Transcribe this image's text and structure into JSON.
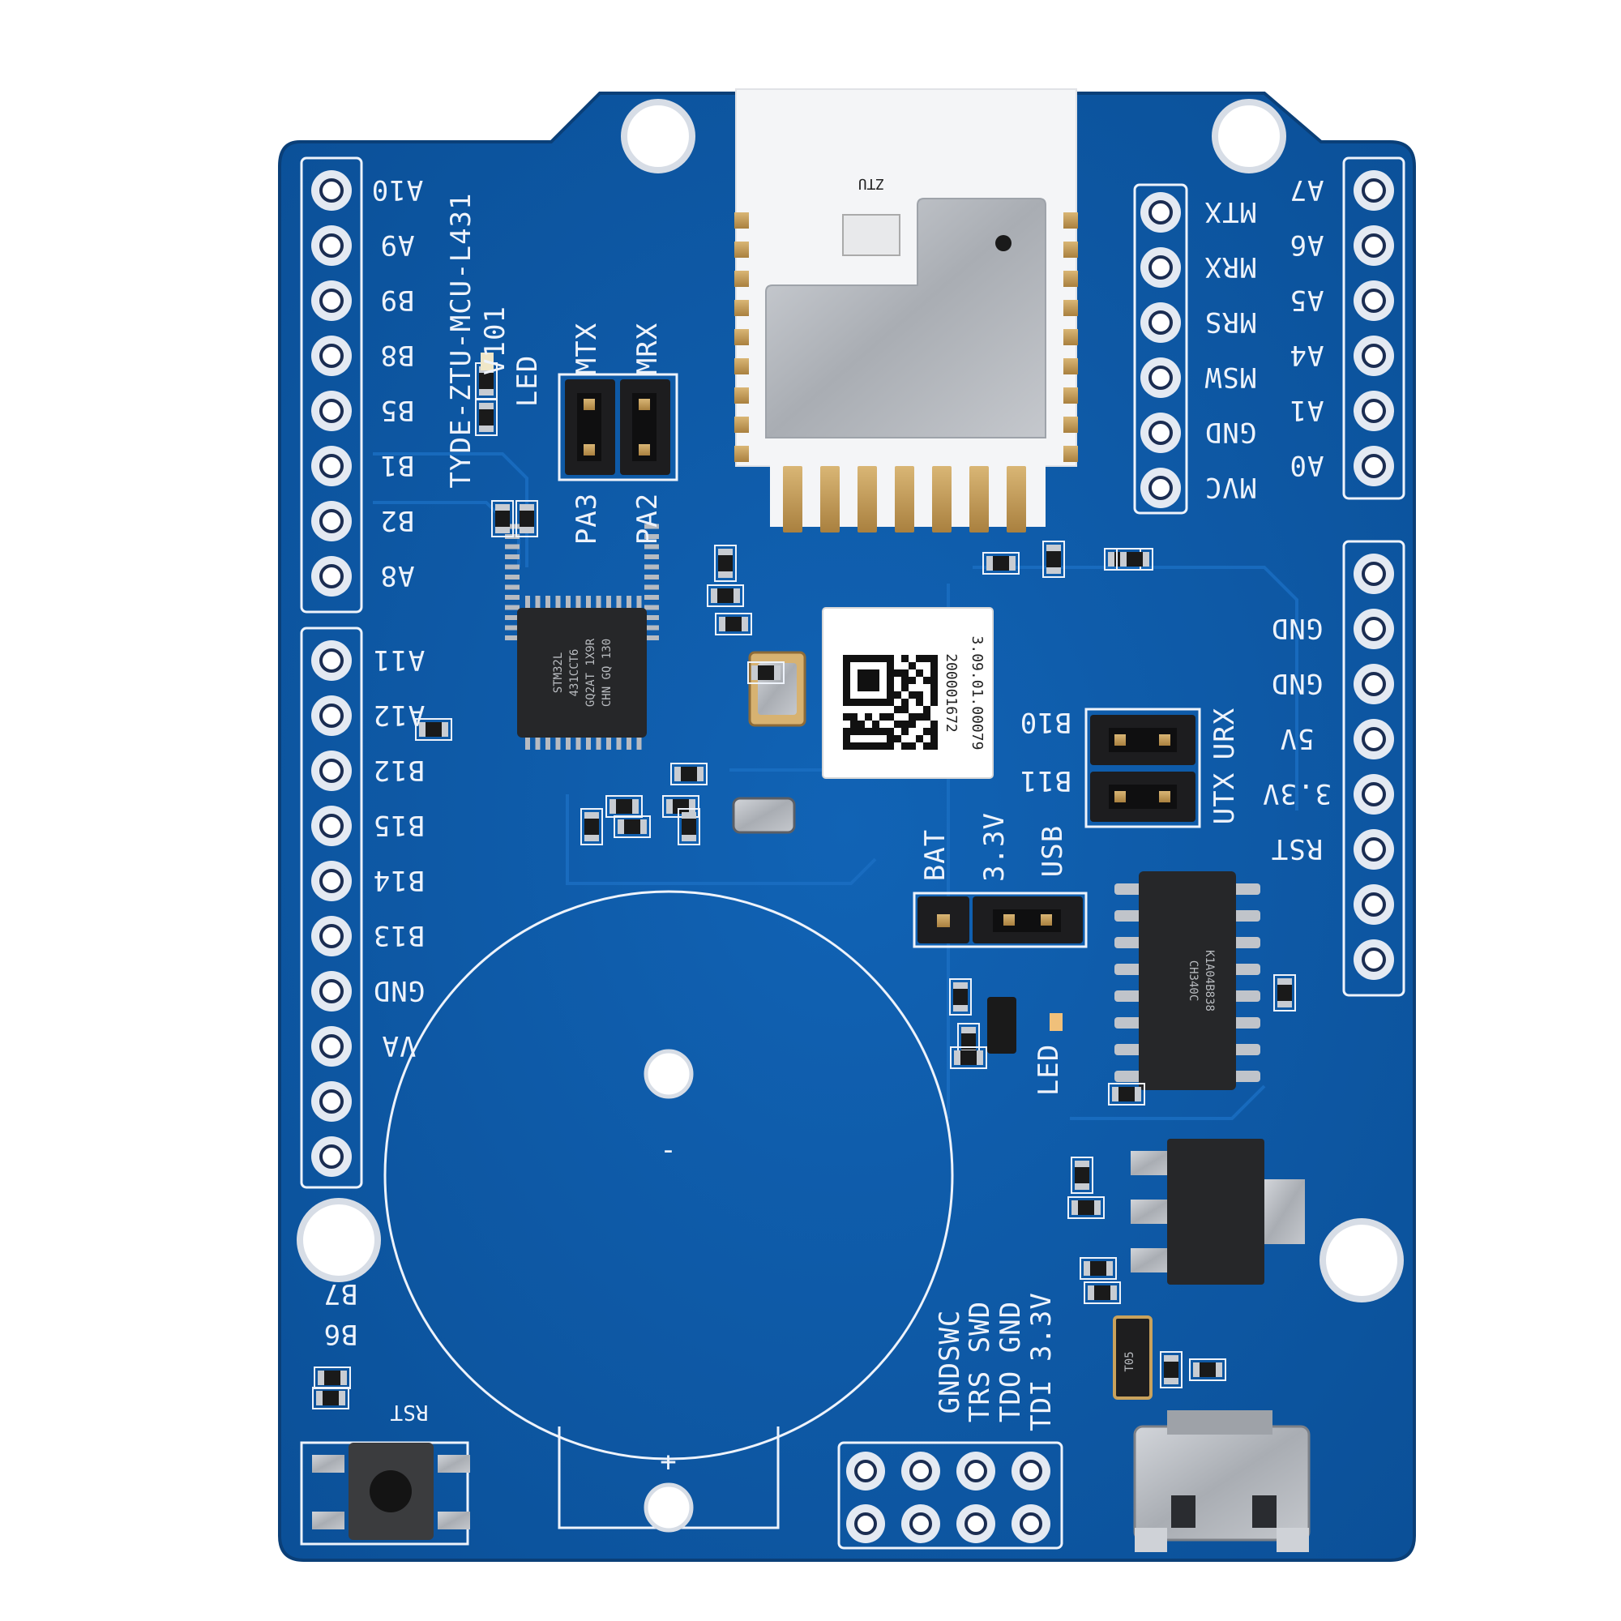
{
  "board": {
    "title_line1": "TYDE-ZTU-MCU-L431",
    "title_line2": "V101",
    "module_label": "ZTU",
    "led_label": "LED",
    "led2_label": "LED",
    "rst_label": "RST",
    "sticker_line1": "200001672",
    "sticker_line2": "3.09.01.00079",
    "mcu_text": [
      "STM32L",
      "431CCT6",
      "GQ2AT 1X9R",
      "CHN GQ 130"
    ],
    "usb_chip_text": [
      "CH340C",
      "K1A04B838"
    ],
    "regulator_text": "T05"
  },
  "left_header_top": [
    "A10",
    "A9",
    "B9",
    "B8",
    "B5",
    "B1",
    "B2",
    "A8"
  ],
  "left_header_bottom": [
    "A11",
    "A12",
    "B12",
    "B15",
    "B14",
    "B13",
    "GND",
    "VA"
  ],
  "left_bottom_labels": [
    "B7",
    "B6"
  ],
  "right_header_inner": [
    "MTX",
    "MRX",
    "MRS",
    "MSW",
    "GND",
    "MVC"
  ],
  "right_header_outer": [
    "A7",
    "A6",
    "A5",
    "A4",
    "A1",
    "A0"
  ],
  "right_header_power": [
    "GND",
    "GND",
    "5V",
    "3.3V",
    "RST"
  ],
  "jumper_top": {
    "upper": [
      "MTX",
      "MRX"
    ],
    "lower": [
      "PA3",
      "PA2"
    ]
  },
  "jumper_right": {
    "left": [
      "B10",
      "B11"
    ],
    "right": [
      "URX",
      "UTX"
    ]
  },
  "power_select": [
    "BAT",
    "3.3V",
    "USB"
  ],
  "swd_labels": [
    "GNDSWC",
    "TRS SWD",
    "TDO GND",
    "TDI 3.3V"
  ],
  "battery_labels": {
    "minus": "-",
    "plus": "+"
  },
  "colors": {
    "pcb": "#0d5aa7",
    "pcb_dark": "#0a4a8c",
    "silkscreen": "#eef3fb",
    "gold": "#c9a25c",
    "metal": "#b8bcc2"
  }
}
